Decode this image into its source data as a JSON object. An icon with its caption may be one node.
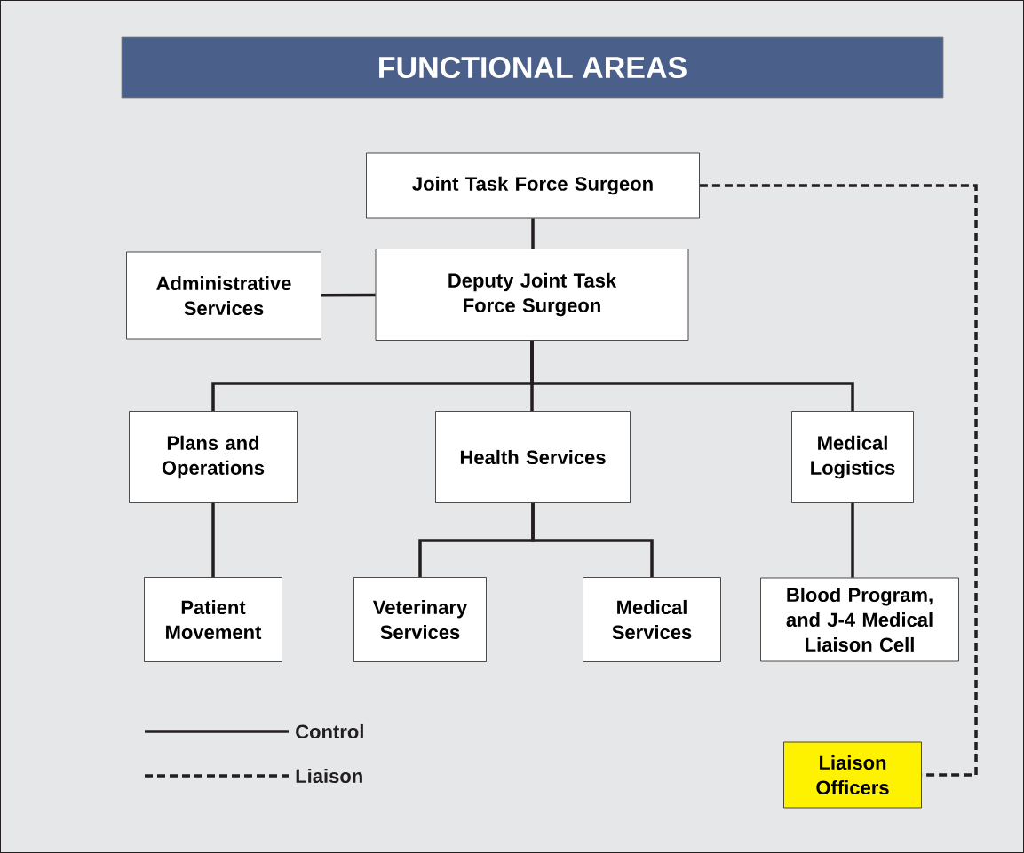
{
  "diagram": {
    "title": "FUNCTIONAL AREAS",
    "nodes": [
      {
        "text": [
          "Joint Task Force Surgeon"
        ]
      },
      {
        "text": [
          "Administrative Services"
        ]
      },
      {
        "text": [
          "Deputy Joint Task Force Surgeon"
        ]
      },
      {
        "text": [
          "Plans and Operations"
        ]
      },
      {
        "text": [
          "Health Services"
        ]
      },
      {
        "text": [
          "Medical Logistics"
        ]
      },
      {
        "text": [
          "Patient Movement"
        ]
      },
      {
        "text": [
          "Veterinary Services"
        ]
      },
      {
        "text": [
          "Medical Services"
        ]
      },
      {
        "text": [
          "Blood Program, and J-4 Medical Liaison Cell"
        ]
      },
      {
        "text": [
          "Liaison Officers"
        ]
      }
    ],
    "edges": [
      {
        "from": 0,
        "to": 2,
        "arrow": "none"
      },
      {
        "from": 1,
        "to": 2,
        "arrow": "none"
      },
      {
        "from": 2,
        "to": 3,
        "arrow": "none"
      },
      {
        "from": 2,
        "to": 4,
        "arrow": "none"
      },
      {
        "from": 2,
        "to": 5,
        "arrow": "none"
      },
      {
        "from": 3,
        "to": 6,
        "arrow": "none"
      },
      {
        "from": 4,
        "to": 7,
        "arrow": "none"
      },
      {
        "from": 4,
        "to": 8,
        "arrow": "none"
      },
      {
        "from": 5,
        "to": 9,
        "arrow": "none"
      },
      {
        "from": 0,
        "to": 10,
        "arrow": "none",
        "style": "dashed"
      }
    ],
    "legend": [
      {
        "text": "Control"
      },
      {
        "text": "Liaison"
      }
    ]
  }
}
